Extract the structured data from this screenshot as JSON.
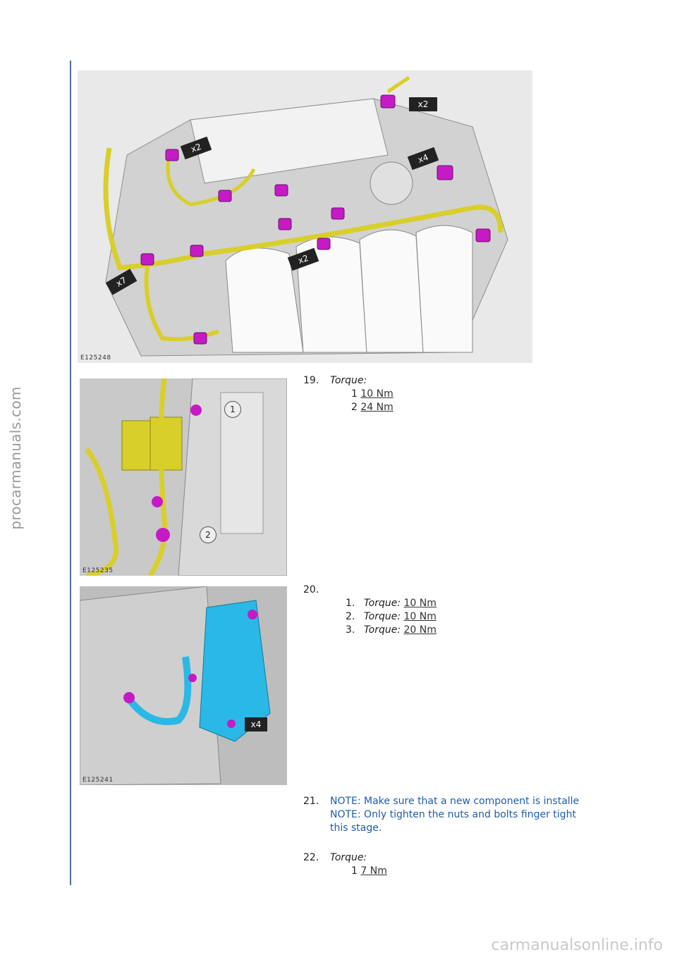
{
  "side_watermark": "procarmanuals.com",
  "bottom_watermark": "carmanualsonline.info",
  "figures": {
    "fig1": {
      "caption": "E125248",
      "callouts": [
        "x2",
        "x2",
        "x4",
        "x2",
        "x7"
      ]
    },
    "fig2": {
      "caption": "E125235",
      "callouts": [
        "1",
        "2"
      ]
    },
    "fig3": {
      "caption": "E125241",
      "callouts": [
        "x4"
      ]
    }
  },
  "steps": {
    "s19": {
      "num": "19.",
      "heading": "Torque:",
      "rows": [
        {
          "label": "1",
          "value": "10 Nm"
        },
        {
          "label": "2",
          "value": "24 Nm"
        }
      ]
    },
    "s20": {
      "num": "20.",
      "items": [
        {
          "num": "1.",
          "label": "Torque:",
          "value": "10 Nm"
        },
        {
          "num": "2.",
          "label": "Torque:",
          "value": "10 Nm"
        },
        {
          "num": "3.",
          "label": "Torque:",
          "value": "20 Nm"
        }
      ]
    },
    "s21": {
      "num": "21.",
      "note1": "NOTE: Make sure that a new component is installe",
      "note2_line1": "NOTE: Only tighten the nuts and bolts finger tight",
      "note2_line2": "this stage."
    },
    "s22": {
      "num": "22.",
      "heading": "Torque:",
      "rows": [
        {
          "label": "1",
          "value": "7 Nm"
        }
      ]
    }
  },
  "colors": {
    "harness": "#d8cf2a",
    "connector": "#c61ac6",
    "component": "#2ab8e6",
    "note_text": "#1f5da8",
    "rule": "#4a6fa8"
  }
}
